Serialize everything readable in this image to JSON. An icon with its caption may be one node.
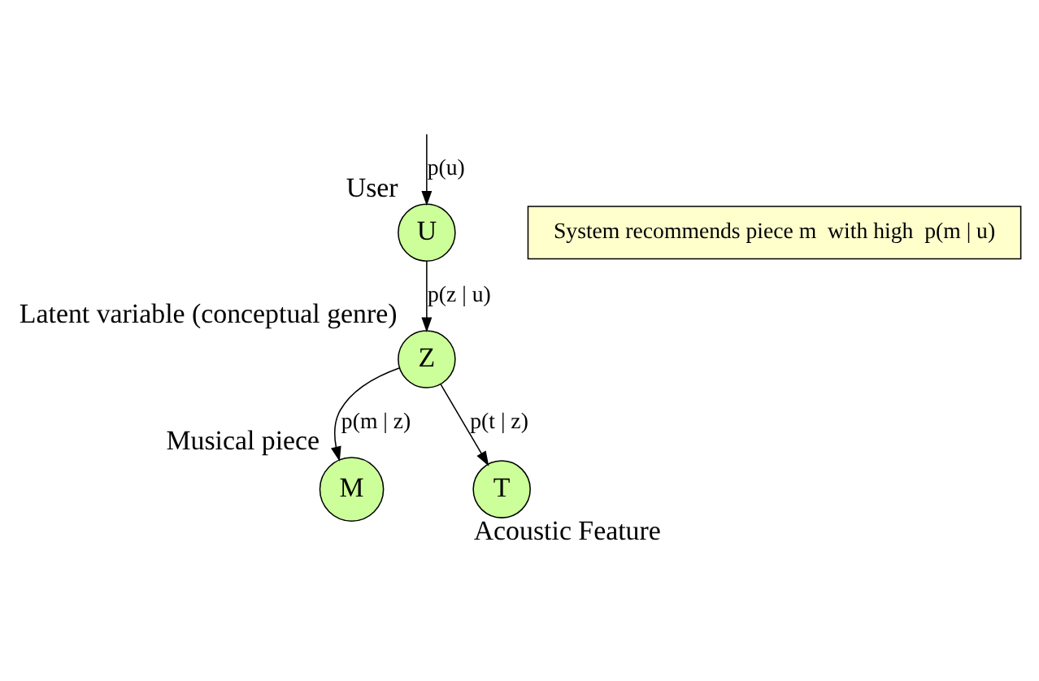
{
  "diagram": {
    "nodes": [
      {
        "text": [
          "U"
        ],
        "beside": [
          "User"
        ]
      },
      {
        "text": [
          "Z"
        ],
        "beside": [
          "Latent variable (conceptual genre)"
        ]
      },
      {
        "text": [
          "M"
        ],
        "beside": [
          "Musical piece"
        ]
      },
      {
        "text": [
          "T"
        ],
        "beside": [
          "Acoustic Feature"
        ]
      },
      {
        "text": [
          "System recommends piece m  with high  p(m | u)"
        ]
      }
    ],
    "edges": [
      {
        "from": null,
        "to": 0,
        "arrow": "to",
        "label": "p(u)"
      },
      {
        "from": 0,
        "to": 1,
        "arrow": "to",
        "label": "p(z | u)"
      },
      {
        "from": 1,
        "to": 2,
        "arrow": "to",
        "label": "p(m | z)"
      },
      {
        "from": 1,
        "to": 3,
        "arrow": "to",
        "label": "p(t | z)"
      }
    ]
  }
}
